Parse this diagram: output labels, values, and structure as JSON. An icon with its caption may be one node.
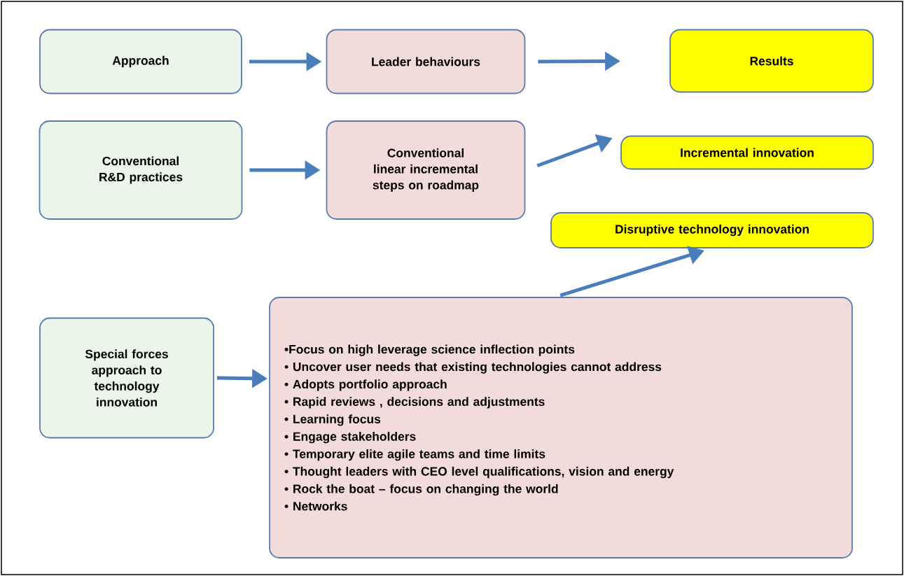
{
  "diagram": {
    "nodes": [
      {
        "text": [
          "Approach"
        ]
      },
      {
        "text": [
          "Leader behaviours"
        ]
      },
      {
        "text": [
          "Results"
        ]
      },
      {
        "text": [
          "Conventional R&D practices"
        ]
      },
      {
        "text": [
          "Conventional linear incremental steps on roadmap"
        ]
      },
      {
        "text": [
          "Incremental  innovation"
        ]
      },
      {
        "text": [
          "Disruptive  technology innovation"
        ]
      },
      {
        "text": [
          "Special forces approach to technology innovation"
        ]
      },
      {
        "text": [
          "•Focus on high leverage science inflection points",
          "• Uncover user needs that existing technologies cannot address",
          "• Adopts  portfolio approach",
          "• Rapid reviews , decisions and adjustments",
          "• Learning focus",
          "• Engage stakeholders",
          "• Temporary elite agile teams and time limits",
          "• Thought leaders with CEO level qualifications, vision and energy",
          "• Rock the boat – focus on changing the world",
          "• Networks"
        ]
      }
    ],
    "edges": [
      {
        "from": 0,
        "to": 1,
        "arrow": "to"
      },
      {
        "from": 1,
        "to": 2,
        "arrow": "to"
      },
      {
        "from": 3,
        "to": 4,
        "arrow": "to"
      },
      {
        "from": 4,
        "to": 5,
        "arrow": "to"
      },
      {
        "from": 8,
        "to": 6,
        "arrow": "to"
      },
      {
        "from": 7,
        "to": 8,
        "arrow": "to"
      }
    ]
  }
}
